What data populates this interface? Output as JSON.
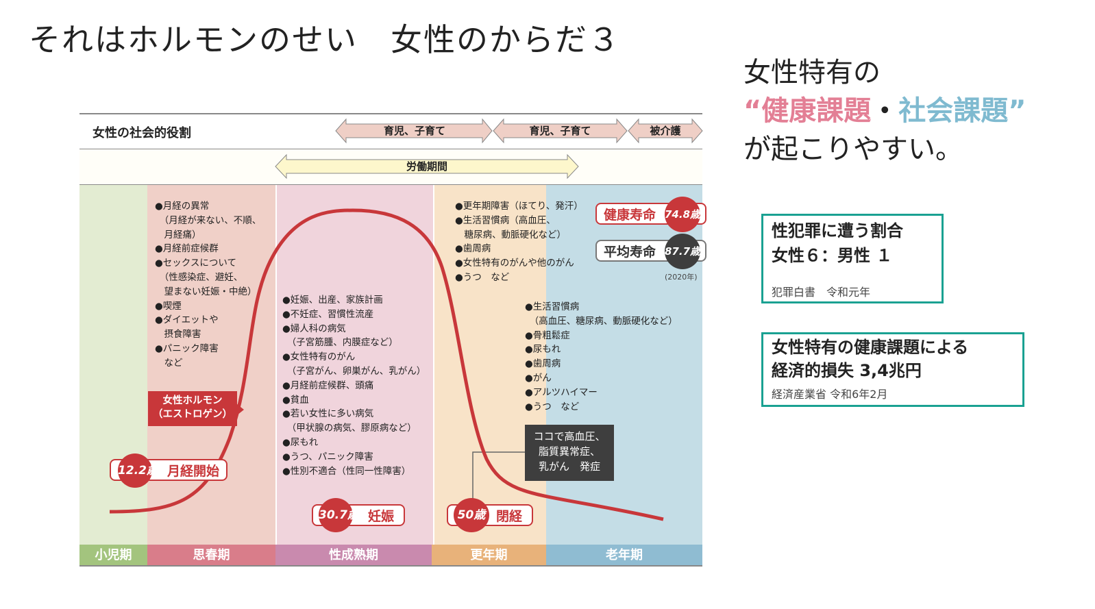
{
  "title": "それはホルモンのせい　女性のからだ３",
  "diagram": {
    "role_label": "女性の社会的役割",
    "arrows": [
      "育児、子育て",
      "育児、子育て",
      "被介護"
    ],
    "labor": "労働期間",
    "stages": [
      "小児期",
      "思春期",
      "性成熟期",
      "更年期",
      "老年期"
    ],
    "puberty_list": "●月経の異常\n　（月経が来ない、不順、\n　月経痛）\n●月経前症候群\n●セックスについて\n　（性感染症、避妊、\n　望まない妊娠・中絶）\n●喫煙\n●ダイエットや\n　摂食障害\n●パニック障害\n　など",
    "mature_list": "●妊娠、出産、家族計画\n●不妊症、習慣性流産\n●婦人科の病気\n　（子宮筋腫、内膜症など）\n●女性特有のがん\n　（子宮がん、卵巣がん、乳がん）\n●月経前症候群、頭痛\n●貧血\n●若い女性に多い病気\n　（甲状腺の病気、膠原病など）\n●尿もれ\n●うつ、パニック障害\n●性別不適合（性同一性障害）",
    "meno_list": "●更年期障害（ほてり、発汗）\n●生活習慣病（高血圧、\n　糖尿病、動脈硬化など）\n●歯周病\n●女性特有のがんや他のがん\n●うつ　など",
    "old_list": "●生活習慣病\n　（高血圧、糖尿病、動脈硬化など）\n●骨粗鬆症\n●尿もれ\n●歯周病\n●がん\n●アルツハイマー\n●うつ　など",
    "hormone": "女性ホルモン\n（エストロゲン）",
    "menarche_age": "12.2歳",
    "menarche": "月経開始",
    "pregnancy_age": "30.7歳",
    "pregnancy": "妊娠",
    "menopause_age": "50歳",
    "menopause": "閉経",
    "healthy_life": "健康寿命",
    "healthy_age": "74.8歳",
    "avg_life": "平均寿命",
    "avg_age": "87.7歳",
    "year": "(2020年)",
    "callout": "ココで高血圧、\n脂質異常症、\n乳がん　発症"
  },
  "side": {
    "line1": "女性特有の",
    "q_open": "“",
    "health": "健康課題",
    "dot": "・",
    "social": "社会課題",
    "q_close": "”",
    "line3": "が起こりやすい。",
    "box1_title": "性犯罪に遭う割合\n女性６：男性 １",
    "box1_src": "犯罪白書　令和元年",
    "box2_title": "女性特有の健康課題による\n経済的損失 3,4兆円",
    "box2_src": "経済産業省 令和6年2月"
  },
  "colors": {
    "red": "#c8373a",
    "pink": "#e37f95",
    "blue": "#7fbad0",
    "teal": "#1aa192"
  }
}
